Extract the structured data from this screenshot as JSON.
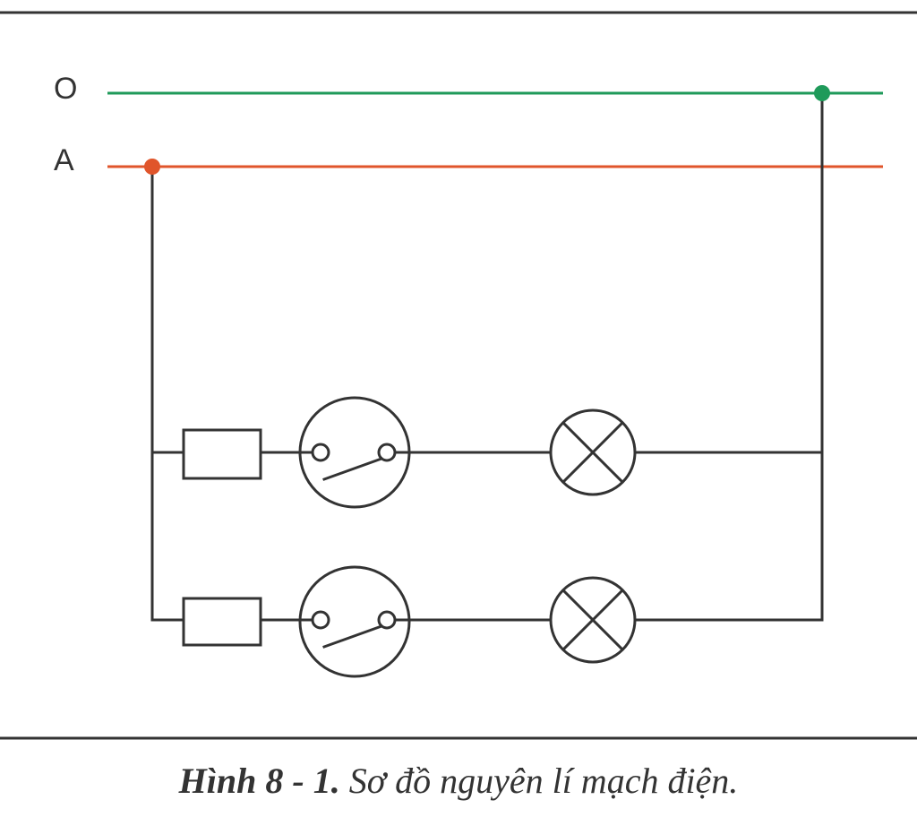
{
  "rails": [
    {
      "label": "O",
      "color": "#1f9a5a"
    },
    {
      "label": "A",
      "color": "#e0552b"
    }
  ],
  "components": {
    "branch_1": [
      "fuse",
      "switch",
      "lamp"
    ],
    "branch_2": [
      "fuse",
      "switch",
      "lamp"
    ]
  },
  "caption": {
    "number": "Hình 8 - 1.",
    "text": "Sơ đồ nguyên lí mạch điện."
  }
}
